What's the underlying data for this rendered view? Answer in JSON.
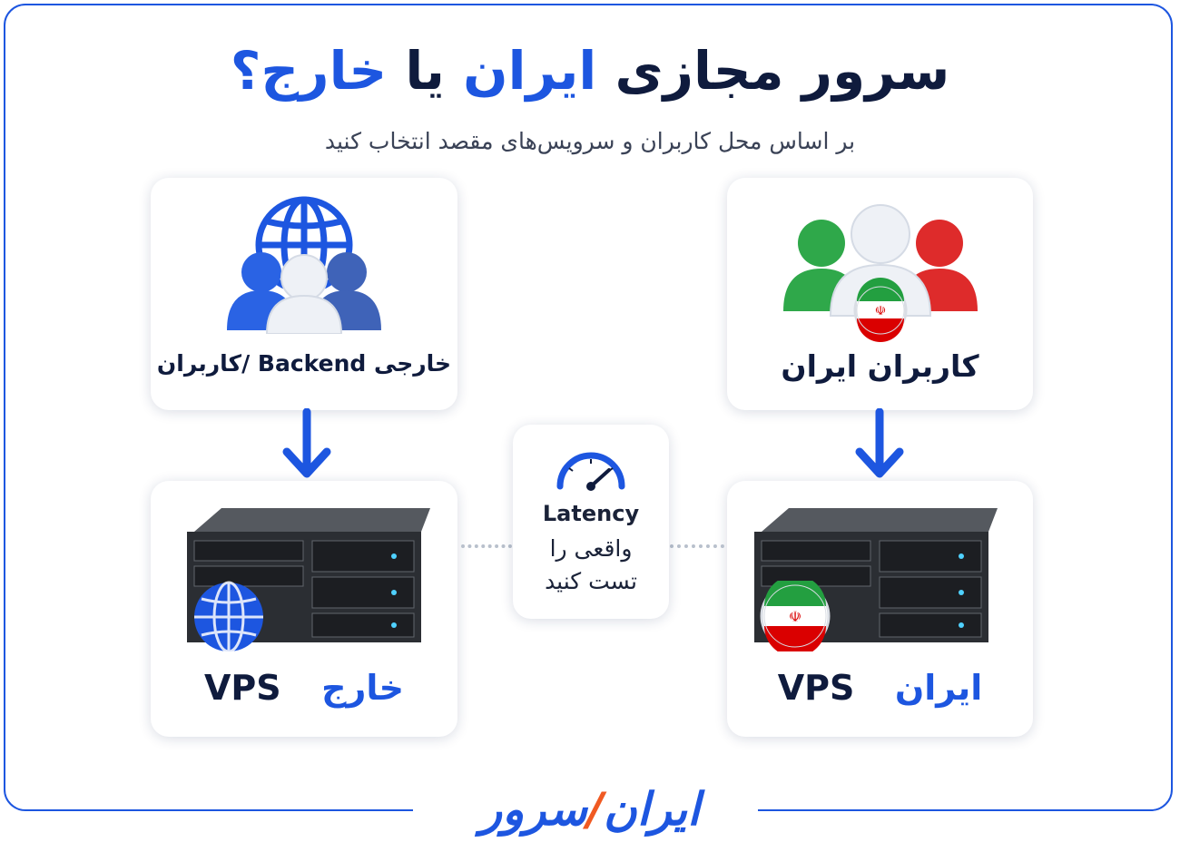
{
  "title": {
    "part1": "سرور مجازی",
    "part2": "ایران",
    "part3": "یا",
    "part4": "خارج؟"
  },
  "subtitle": "بر اساس محل کاربران و سرویس‌های مقصد انتخاب کنید",
  "cards": {
    "users_foreign": {
      "label": "کاربران/ Backend خارجی"
    },
    "users_iran": {
      "label": "کاربران ایران"
    },
    "vps_foreign": {
      "vps": "VPS",
      "loc": "خارج"
    },
    "vps_iran": {
      "vps": "VPS",
      "loc": "ایران"
    }
  },
  "latency": {
    "line1": "Latency",
    "line2": "واقعی را",
    "line3": "تست کنید"
  },
  "brand": {
    "part1": "ایران",
    "part2": "سرور"
  },
  "colors": {
    "primary": "#1d56e0",
    "dark": "#0f1b3d",
    "accent": "#f05a22",
    "green": "#239f40",
    "red": "#da0000"
  },
  "icons": [
    "globe-users-icon",
    "iran-users-icon",
    "server-icon",
    "globe-icon",
    "iran-flag-icon",
    "speedometer-icon",
    "arrow-down-icon"
  ]
}
